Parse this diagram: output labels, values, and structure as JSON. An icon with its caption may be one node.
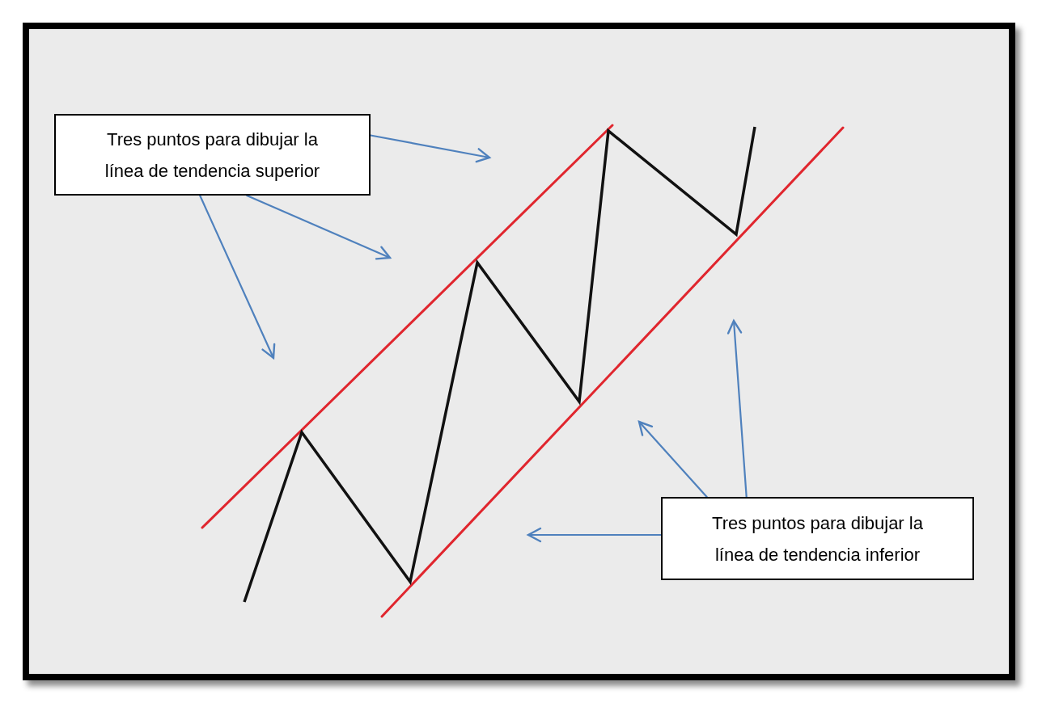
{
  "diagram": {
    "nodes": [
      {
        "text": [
          "Tres puntos para dibujar la línea de tendencia superior"
        ]
      },
      {
        "text": [
          "Tres puntos para dibujar la línea de tendencia inferior"
        ]
      }
    ],
    "edges": [
      {
        "from": 0,
        "to": null,
        "arrow": "to"
      },
      {
        "from": 0,
        "to": null,
        "arrow": "to"
      },
      {
        "from": 0,
        "to": null,
        "arrow": "to"
      },
      {
        "from": 1,
        "to": null,
        "arrow": "to"
      },
      {
        "from": 1,
        "to": null,
        "arrow": "to"
      },
      {
        "from": 1,
        "to": null,
        "arrow": "to"
      }
    ]
  }
}
